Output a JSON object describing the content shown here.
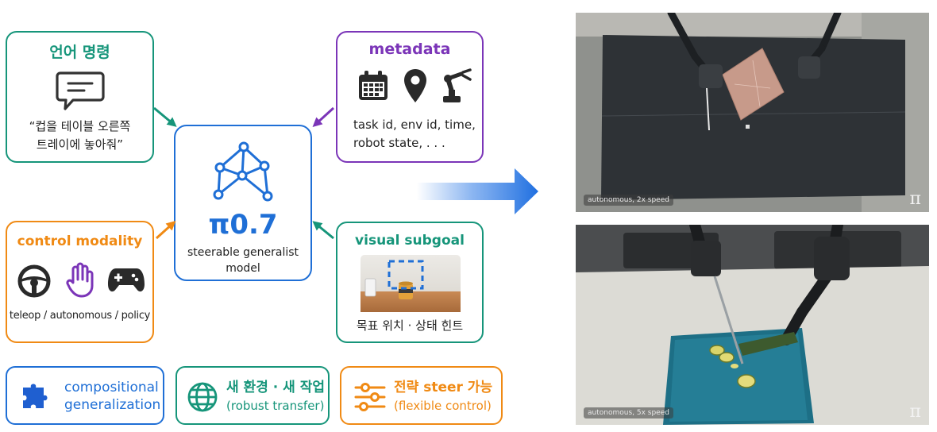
{
  "colors": {
    "teal": "#16957a",
    "purple": "#7b35b8",
    "orange": "#f08a14",
    "blue": "#1f6fd6"
  },
  "language": {
    "title": "언어 명령",
    "quote_line1": "“컵을 테이블 오른쪽",
    "quote_line2": "트레이에 놓아줘”",
    "icon": "chat-bubble-icon"
  },
  "metadata": {
    "title": "metadata",
    "line1": "task id, env id, time,",
    "line2": "robot state, . . .",
    "icons": [
      "calendar-icon",
      "location-pin-icon",
      "robot-arm-icon"
    ]
  },
  "center": {
    "title": "π0.7",
    "subtitle_line1": "steerable generalist",
    "subtitle_line2": "model",
    "icon": "network-graph-icon"
  },
  "control": {
    "title": "control modality",
    "caption": "teleop / autonomous / policy",
    "icons": [
      "steering-wheel-icon",
      "hand-icon",
      "gamepad-icon"
    ]
  },
  "subgoal": {
    "title": "visual subgoal",
    "caption": "목표 위치 · 상태 힌트",
    "icon": "subgoal-image-icon"
  },
  "bottom": [
    {
      "line1": "compositional",
      "line2": "generalization",
      "icon": "puzzle-icon"
    },
    {
      "line1": "새 환경 · 새 작업",
      "line2": "(robust transfer)",
      "icon": "globe-icon"
    },
    {
      "line1": "전략 steer 가능",
      "line2": "(flexible control)",
      "icon": "sliders-icon"
    }
  ],
  "videos": [
    {
      "caption": "autonomous, 2x speed",
      "logo": "π"
    },
    {
      "caption": "autonomous, 5x speed",
      "logo": "π"
    }
  ]
}
